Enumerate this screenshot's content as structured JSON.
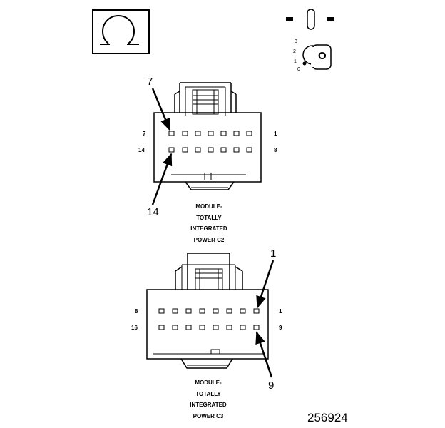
{
  "symbol": {
    "ohm_icon": "ohm-icon",
    "ignition_key_icon": "ignition-key-icon",
    "key_positions": [
      "3",
      "2",
      "1",
      "0"
    ],
    "key_letter": "O"
  },
  "connector_c2": {
    "callout_top": "7",
    "callout_bottom": "14",
    "row1_left": "7",
    "row1_right": "1",
    "row2_left": "14",
    "row2_right": "8",
    "caption": [
      "MODULE-",
      "TOTALLY",
      "INTEGRATED",
      "POWER C2"
    ]
  },
  "connector_c3": {
    "callout_top": "1",
    "callout_bottom": "9",
    "row1_left": "8",
    "row1_right": "1",
    "row2_left": "16",
    "row2_right": "9",
    "caption": [
      "MODULE-",
      "TOTALLY",
      "INTEGRATED",
      "POWER C3"
    ]
  },
  "figure_number": "256924"
}
